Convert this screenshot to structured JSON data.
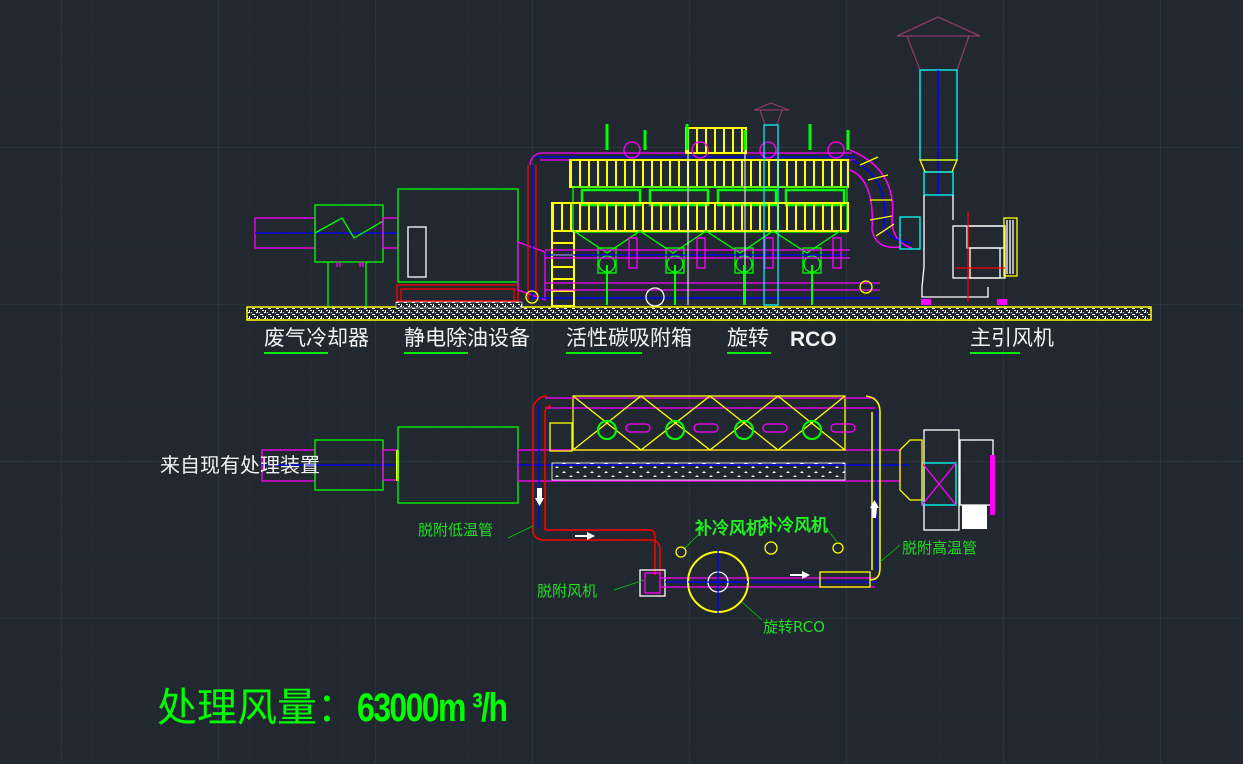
{
  "elevation_labels": {
    "cooler": "废气冷却器",
    "esp": "静电除油设备",
    "carbon": "活性碳吸附箱",
    "rotary": "旋转",
    "rco": "RCO",
    "main_fan": "主引风机"
  },
  "plan_labels": {
    "source": "来自现有处理装置",
    "low_temp_pipe": "脱附低温管",
    "desorb_fan": "脱附风机",
    "cooling_fan_1": "补冷风机",
    "cooling_fan_2": "补冷风机",
    "high_temp_pipe": "脱附高温管",
    "rotary_rco": "旋转RCO"
  },
  "airflow": {
    "label": "处理风量：",
    "value": "63000m ³/h"
  },
  "colors": {
    "background": "#212830",
    "grid": "#2e3540",
    "green": "#00ff00",
    "magenta": "#ff00ff",
    "yellow": "#ffff00",
    "blue": "#0000ff",
    "cyan": "#00ffff",
    "red": "#ff0000"
  }
}
